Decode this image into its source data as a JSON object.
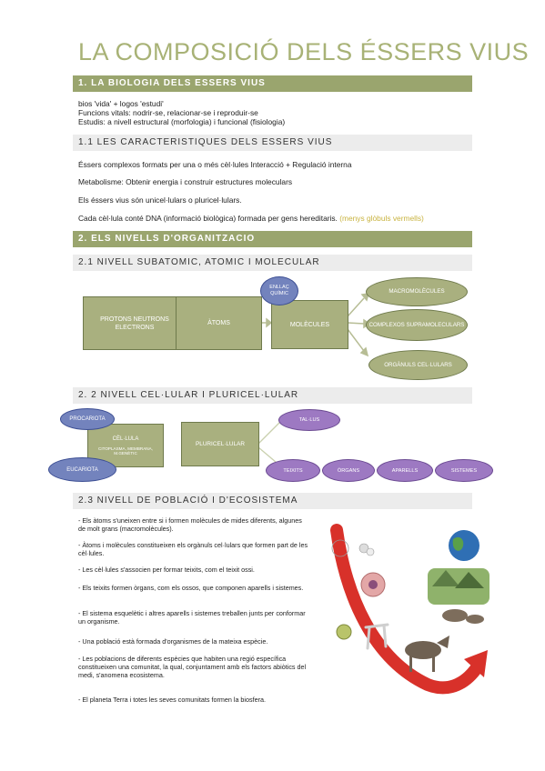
{
  "title": "LA COMPOSICIÓ DELS ÉSSERS VIUS",
  "s1": {
    "heading": "1. LA BIOLOGIA DELS ESSERS VIUS",
    "lines": [
      "bios 'vida' + logos 'estudi'",
      "Funcions vitals: nodrir-se, relacionar-se i reproduir-se",
      "Estudis: a nivell estructural (morfologia) i funcional (fisiologia)"
    ]
  },
  "s11": {
    "heading": "1.1 LES CARACTERISTIQUES DELS ESSERS VIUS",
    "lines": [
      "Éssers complexos formats per una o més cèl·lules Interacció + Regulació interna",
      "Metabolisme: Obtenir energia i construir estructures moleculars",
      "Els éssers vius són unicel·lulars o pluricel·lulars.",
      "Cada cèl·lula conté DNA (informació biològica) formada per gens hereditaris."
    ],
    "note": "(menys glòbuls vermells)"
  },
  "s2": {
    "heading": "2. ELS NIVELLS D'ORGANITZACIO"
  },
  "s21": {
    "heading": "2.1 NIVELL SUBATOMIC, ATOMIC I MOLECULAR",
    "d1": {
      "protons": "PROTONS NEUTRONS ELECTRONS",
      "atoms": "ÀTOMS",
      "molecules": "MOLÈCULES",
      "enllac": "ENLLAÇ QUÍMIC",
      "macro": "MACROMOLÈCULES",
      "complexos": "COMPLEXOS SUPRAMOLECULARS",
      "organuls": "ORGÀNULS CEL·LULARS"
    }
  },
  "s22": {
    "heading": "2. 2 NIVELL CEL·LULAR I PLURICEL·LULAR",
    "d2": {
      "procariota": "PROCARIOTA",
      "celula": "CÈL·LULA",
      "celula_sub": "CITOPLASMA, MEMBRANA, M.GENÈTIC",
      "eucariota": "EUCARIOTA",
      "pluricel": "PLURICEL·LULAR",
      "tallus": "TAL·LUS",
      "teixits": "TEIXITS",
      "organs": "ÒRGANS",
      "aparells": "APARELLS",
      "sistemes": "SISTEMES"
    }
  },
  "s23": {
    "heading": "2.3 NIVELL DE POBLACIÓ I D'ECOSISTEMA",
    "items": [
      "- Els àtoms s'uneixen entre si i formen molècules de mides diferents, algunes de molt grans (macromolècules).",
      "- Àtoms i molècules constitueixen els orgànuls cel·lulars que formen part de les cèl·lules.",
      "- Les cèl·lules s'associen per formar teixits, com el teixit ossi.",
      "- Els teixits formen òrgans, com els ossos, que componen aparells i sistemes.",
      "- El sistema esquelètic i altres aparells i sistemes treballen junts per conformar un organisme.",
      "- Una població està formada d'organismes de la mateixa espècie.",
      "- Les poblacions de diferents espècies que habiten una regió específica constitueixen una comunitat, la qual, conjuntament amb els factors abiòtics del medi, s'anomena ecosistema.",
      "- El planeta Terra i totes les seves comunitats formen la biosfera."
    ]
  },
  "colors": {
    "accent": "#9aa56e",
    "purple": "#9d79c2",
    "blue": "#7383bd",
    "arrow": "#d8312a"
  }
}
